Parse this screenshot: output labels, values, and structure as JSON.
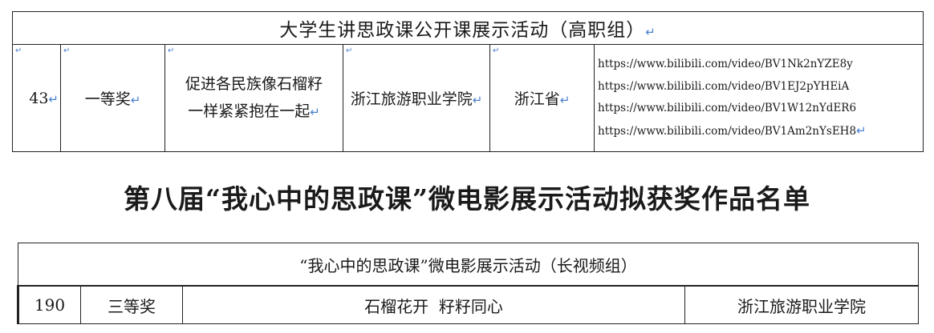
{
  "table1": {
    "title": "大学生讲思政课公开课展示活动（高职组）",
    "row": {
      "number": "43",
      "award": "一等奖",
      "work_title_line1": "促进各民族像石榴籽",
      "work_title_line2": "一样紧紧抱在一起",
      "school": "浙江旅游职业学院",
      "province": "浙江省",
      "links": [
        "https://www.bilibili.com/video/BV1Nk2nYZE8y",
        "https://www.bilibili.com/video/BV1EJ2pYHEiA",
        "https://www.bilibili.com/video/BV1W12nYdER6",
        "https://www.bilibili.com/video/BV1Am2nYsEH8"
      ]
    }
  },
  "main_heading": "第八届“我心中的思政课”微电影展示活动拟获奖作品名单",
  "table2": {
    "title": "“我心中的思政课”微电影展示活动（长视频组）",
    "row": {
      "number": "190",
      "award": "三等奖",
      "work_title": "石榴花开  籽籽同心",
      "school": "浙江旅游职业学院"
    }
  },
  "marks": {
    "return_symbol": "↵",
    "cell_marker": "↵"
  },
  "colors": {
    "format_mark": "#4a7fd0",
    "border": "#222222"
  }
}
